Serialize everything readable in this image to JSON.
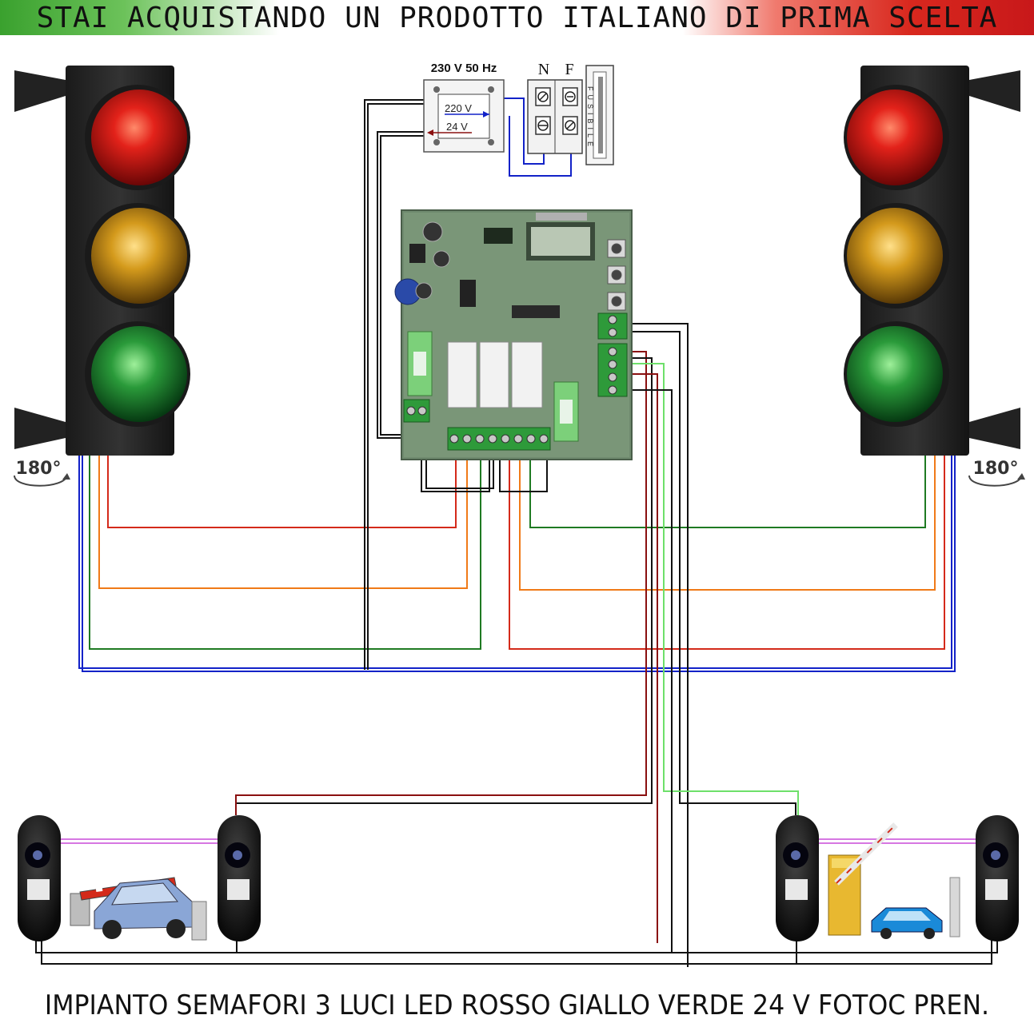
{
  "header": {
    "banner_text": "STAI ACQUISTANDO UN PRODOTTO ITALIANO DI PRIMA SCELTA"
  },
  "power": {
    "title": "230 V 50 Hz",
    "primary": "220 V",
    "secondary": "24 V"
  },
  "switch": {
    "n_label": "N",
    "f_label": "F",
    "fuse_text": "FUSIBILE"
  },
  "traffic_light_left": {
    "rotation_label": "180°"
  },
  "traffic_light_right": {
    "rotation_label": "180°"
  },
  "footer": {
    "caption": "IMPIANTO SEMAFORI 3 LUCI LED ROSSO GIALLO VERDE 24 V FOTOC PREN."
  },
  "colors": {
    "red_wire": "#d42a1a",
    "orange_wire": "#f07a18",
    "green_wire": "#1f7a22",
    "blue_wire": "#1222c8",
    "black_wire": "#111111",
    "darkred_wire": "#8a1010",
    "lightgreen_wire": "#6ee06a"
  }
}
